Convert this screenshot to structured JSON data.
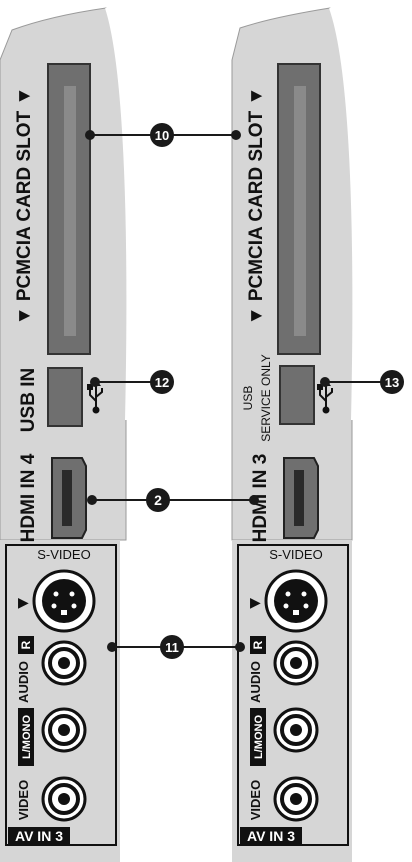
{
  "panels": [
    {
      "card_slot_label": "▼ PCMCIA CARD SLOT ▼",
      "usb_label": "USB IN",
      "usb_label_line2": "",
      "hdmi_label": "HDMI IN 4",
      "svideo_label": "S-VIDEO",
      "audio_r_label": "AUDIO",
      "r_badge": "R",
      "l_mono_badge": "L/MONO",
      "video_label": "VIDEO",
      "av_label": "AV IN 3"
    },
    {
      "card_slot_label": "▼ PCMCIA CARD SLOT ▼",
      "usb_label": "USB",
      "usb_label_line2": "SERVICE ONLY",
      "hdmi_label": "HDMI IN 3",
      "svideo_label": "S-VIDEO",
      "audio_r_label": "AUDIO",
      "r_badge": "R",
      "l_mono_badge": "L/MONO",
      "video_label": "VIDEO",
      "av_label": "AV IN 3"
    }
  ],
  "callouts": {
    "card_slot": "10",
    "av_jacks": "11",
    "usb_in": "12",
    "usb_service": "13",
    "hdmi": "2"
  },
  "colors": {
    "panel_fill": "#d6d6d6",
    "slot_fill": "#6f6f6f",
    "badge_fill": "#1a1a1a",
    "badge_text": "#ffffff",
    "line": "#1a1a1a"
  }
}
